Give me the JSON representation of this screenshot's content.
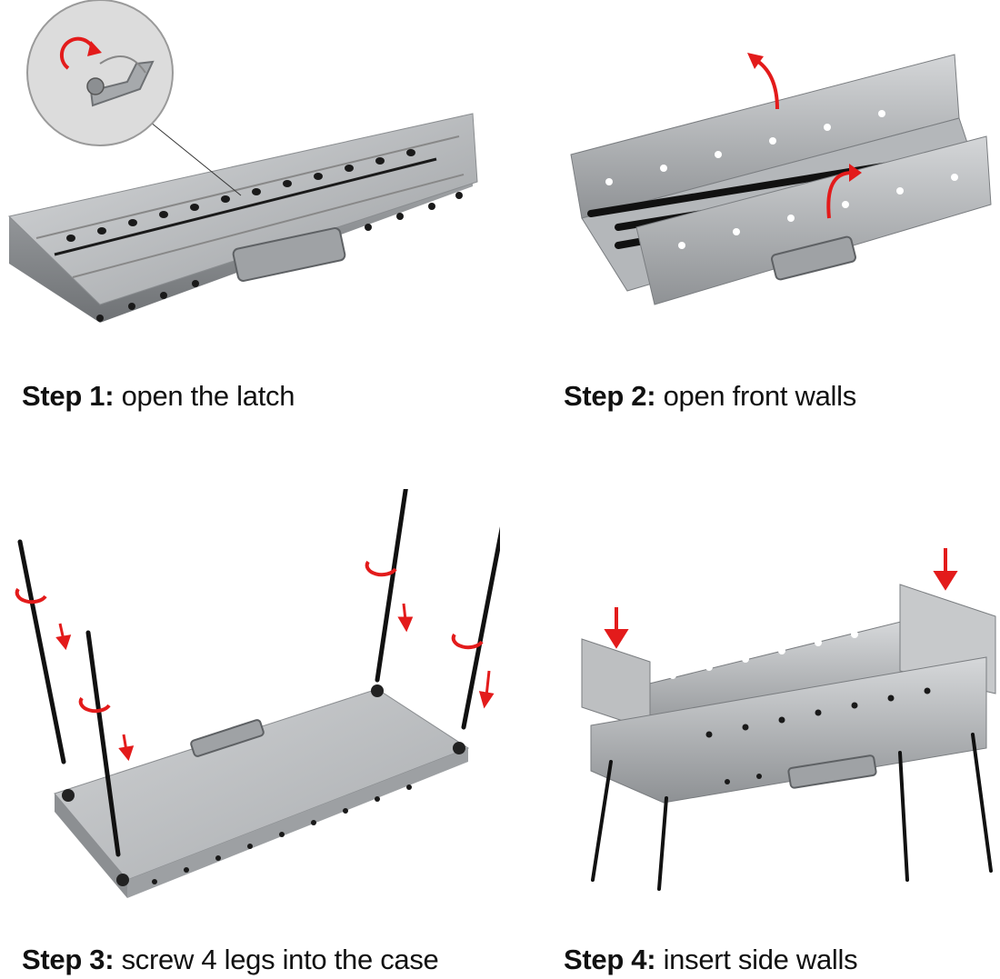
{
  "steps": [
    {
      "label": "Step 1:",
      "text": "open the latch"
    },
    {
      "label": "Step 2:",
      "text": "open front walls"
    },
    {
      "label": "Step 3:",
      "text": "screw 4 legs into the case"
    },
    {
      "label": "Step 4:",
      "text": "insert side walls"
    }
  ],
  "colors": {
    "arrow": "#e31b1b",
    "steel_light": "#c9cbcd",
    "steel_mid": "#a6a9ac",
    "steel_dark": "#7e8184",
    "hole": "#1a1a1a",
    "leg": "#111111"
  },
  "icons": [
    "latch-zoom-icon",
    "rotate-arrow-icon",
    "down-arrow-icon"
  ]
}
